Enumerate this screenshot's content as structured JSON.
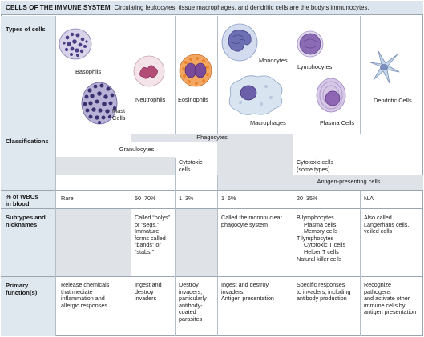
{
  "title": "CELLS OF THE IMMUNE SYSTEM",
  "subtitle": "Circulating leukocytes, tissue macrophages, and dendritic cells are the body’s immunocytes.",
  "row_labels": {
    "types": "Types of cells",
    "classifications": "Classifications",
    "pct_line1": "% of WBCs",
    "pct_line2": "in blood",
    "subtypes_line1": "Subtypes and",
    "subtypes_line2": "nicknames",
    "primary_line1": "Primary",
    "primary_line2": "function(s)"
  },
  "cell_labels": {
    "basophils": "Basophils",
    "mast_line1": "Mast",
    "mast_line2": "Cells",
    "neutrophils": "Neutrophils",
    "eosinophils": "Eosinophils",
    "monocytes": "Monocytes",
    "macrophages": "Macrophages",
    "lymphocytes": "Lymphocytes",
    "plasma": "Plasma Cells",
    "dendritic": "Dendritic Cells"
  },
  "classifications": {
    "phagocytes": "Phagocytes",
    "granulocytes": "Granulocytes",
    "cytotoxic_line1": "Cytotoxic",
    "cytotoxic_line2": "cells",
    "cytotoxic_some_line1": "Cytotoxic cells",
    "cytotoxic_some_line2": "(some types)",
    "apc": "Antigen-presenting cells"
  },
  "percent": {
    "basophils": "Rare",
    "neutrophils": "50–70%",
    "eosinophils": "1–3%",
    "monocytes": "1–6%",
    "lymphocytes": "20–35%",
    "dendritic": "N/A"
  },
  "subtypes": {
    "neutrophils": [
      "Called “polys”",
      "or “segs.”",
      "Immature",
      "forms called",
      "“bands” or",
      "“stabs.”"
    ],
    "monocytes": [
      "Called the mononuclear",
      "phagocyte system"
    ],
    "lymphocytes": [
      "B lymphocytes",
      "Plasma cells",
      "Memory cells",
      "T lymphocytes",
      "Cytotoxic T cells",
      "Helper T cells",
      "Natural killer cells"
    ],
    "dendritic": [
      "Also called",
      "Langerhans cells,",
      "veiled cells"
    ]
  },
  "functions": {
    "basophils": [
      "Release chemicals",
      "that mediate",
      "inflammation and",
      "allergic responses"
    ],
    "neutrophils": [
      "Ingest and",
      "destroy",
      "invaders"
    ],
    "eosinophils": [
      "Destroy",
      "invaders,",
      "particularly",
      "antibody-",
      "coated",
      "parasites"
    ],
    "monocytes": [
      "Ingest and destroy",
      "invaders.",
      "Antigen presentation"
    ],
    "lymphocytes": [
      "Specific responses",
      "to invaders, including",
      "antibody production"
    ],
    "dendritic": [
      "Recognize",
      "pathogens",
      "and activate other",
      "immune cells by",
      "antigen presentation"
    ]
  },
  "colors": {
    "header_bg": "#dce5ee",
    "label_col_bg": "#dfe7ef",
    "bar_gray": "#dfe3e8",
    "grid_line": "#9aa7b3",
    "basophil": "#6b5a9e",
    "neutrophil": "#c88aa6",
    "eosinophil": "#e8944a",
    "monocyte": "#8c97c8",
    "lymphocyte": "#9c7ab8",
    "dendritic": "#bcd0e6"
  }
}
